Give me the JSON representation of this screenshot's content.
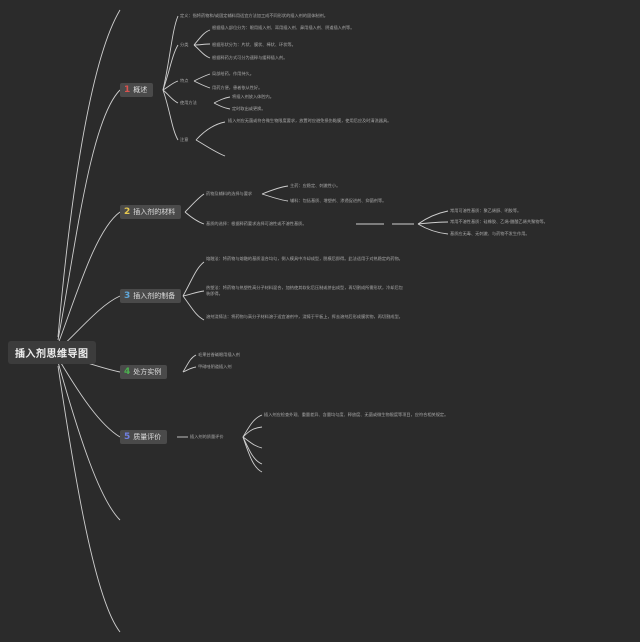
{
  "title": "插入剂思维导图",
  "colors": {
    "background": "#2b2b2b",
    "line": "#cfcfcf",
    "topic_bg": "#4a4a4a",
    "num_1": "#d9534f",
    "num_2": "#e6c84f",
    "num_3": "#5fa6d8",
    "num_4": "#4caf50",
    "num_5": "#6f7fe0"
  },
  "branches": [
    {
      "num": "1",
      "label": "概述",
      "items": [
        "定义：指将药物和/或固定辅料用适宜方法加工成不同形状的插入剂的固体制剂。",
        "分类",
        "根据插入部位分为：眼用插入剂、耳用插入剂、鼻用插入剂、阴道插入剂等。",
        "根据形状分为：片状、膜状、棒状、环状等。",
        "根据释药方式可分为速释与缓释插入剂。",
        "特点",
        "局部给药，作用持久。",
        "用药方便，患者依从性好。",
        "使用方法",
        "将插入剂放入体腔内。",
        "定时取出或更换。",
        "注意",
        "插入剂应无菌或符合微生物限度要求，放置时应避免损伤黏膜，使用后应及时清洗器具。"
      ]
    },
    {
      "num": "2",
      "label": "插入剂的材料",
      "items": [
        "药物及辅料的选择与要求",
        "主药：应稳定、刺激性小。",
        "辅料：包括基质、增塑剂、渗透促进剂、抑菌剂等。",
        "基质的选择：根据释药要求选择可溶性或不溶性基质。",
        "常用可溶性基质：聚乙烯醇、明胶等。",
        "常用不溶性基质：硅橡胶、乙烯-醋酸乙烯共聚物等。",
        "基质应无毒、无刺激、与药物不发生作用。"
      ]
    },
    {
      "num": "3",
      "label": "插入剂的制备",
      "items": [
        "熔融法：将药物与熔融的基质混合均匀，倒入模具中冷却成型，脱模后即得。此法适用于对热稳定的药物。",
        "热塑法：将药物与热塑性高分子材料混合，加热使其软化后压制或挤出成型，再切割成所需形状，冷却后包装即得。",
        "溶剂浇铸法：将药物与高分子材料溶于适宜溶剂中，浇铸于平板上，挥去溶剂后形成膜状物，再切割成型。"
      ]
    },
    {
      "num": "4",
      "label": "处方实例",
      "items": [
        "毛果芸香碱眼用插入剂",
        "甲硝唑阴道插入剂"
      ]
    },
    {
      "num": "5",
      "label": "质量评价",
      "items": [
        "插入剂的质量评价",
        "插入剂应检查外观、重量差异、含量均匀度、释放度、无菌或微生物限度等项目，应符合相关规定。"
      ]
    }
  ]
}
